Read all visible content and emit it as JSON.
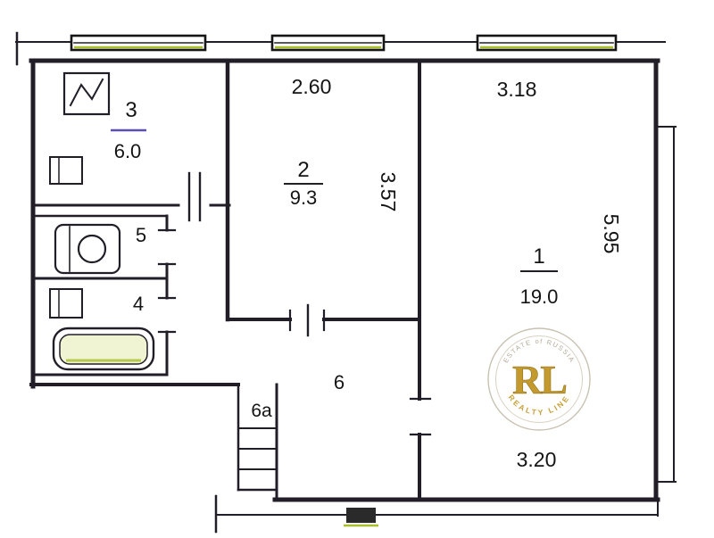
{
  "plan": {
    "rooms": {
      "r1": {
        "number": "1",
        "area": "19.0"
      },
      "r2": {
        "number": "2",
        "area": "9.3"
      },
      "r3": {
        "number": "3",
        "area": "6.0"
      },
      "r4": {
        "number": "4"
      },
      "r5": {
        "number": "5"
      },
      "r6": {
        "number": "6"
      },
      "r6a": {
        "number": "6a"
      }
    },
    "dimensions": {
      "room2_width_top": "2.60",
      "room2_depth_right": "3.57",
      "room1_width_top": "3.18",
      "room1_depth_right": "5.95",
      "room1_width_bottom": "3.20"
    }
  },
  "watermark": {
    "initials": "RL",
    "arc_top": "ESTATE of RUSSIA",
    "arc_bottom": "REALTY LINE"
  },
  "colors": {
    "ink": "#221e28",
    "room3_underline": "#5a4fb5",
    "window_green": "#aabf2e",
    "watermark_gold": "#c49a2e",
    "watermark_ring": "#c9c2b2"
  }
}
